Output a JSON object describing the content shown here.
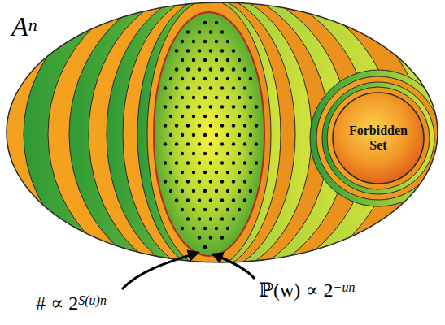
{
  "diagram": {
    "nodes": [
      {
        "text": [
          "Forbidden Set"
        ]
      }
    ],
    "labels": [
      "A",
      "n",
      "# ∝ 2",
      "S(u)n",
      "ℙ(w) ∝ 2",
      "−un"
    ]
  }
}
